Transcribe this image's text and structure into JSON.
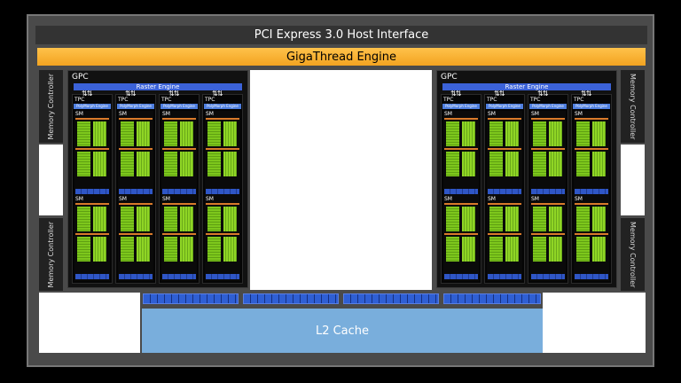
{
  "host_interface": "PCI Express 3.0 Host Interface",
  "thread_engine": "GigaThread Engine",
  "memory_controller": "Memory Controller",
  "gpc": {
    "label": "GPC",
    "raster_engine": "Raster Engine",
    "tpc_label": "TPC",
    "polymorph_engine": "PolyMorph Engine",
    "sm_label": "SM",
    "arrows": "⇅⇅"
  },
  "cache": "L2 Cache",
  "colors": {
    "accent_orange": "#f2a321",
    "core_green": "#7dc71c",
    "engine_blue": "#3b62d8",
    "cache_blue": "#79aedc"
  }
}
